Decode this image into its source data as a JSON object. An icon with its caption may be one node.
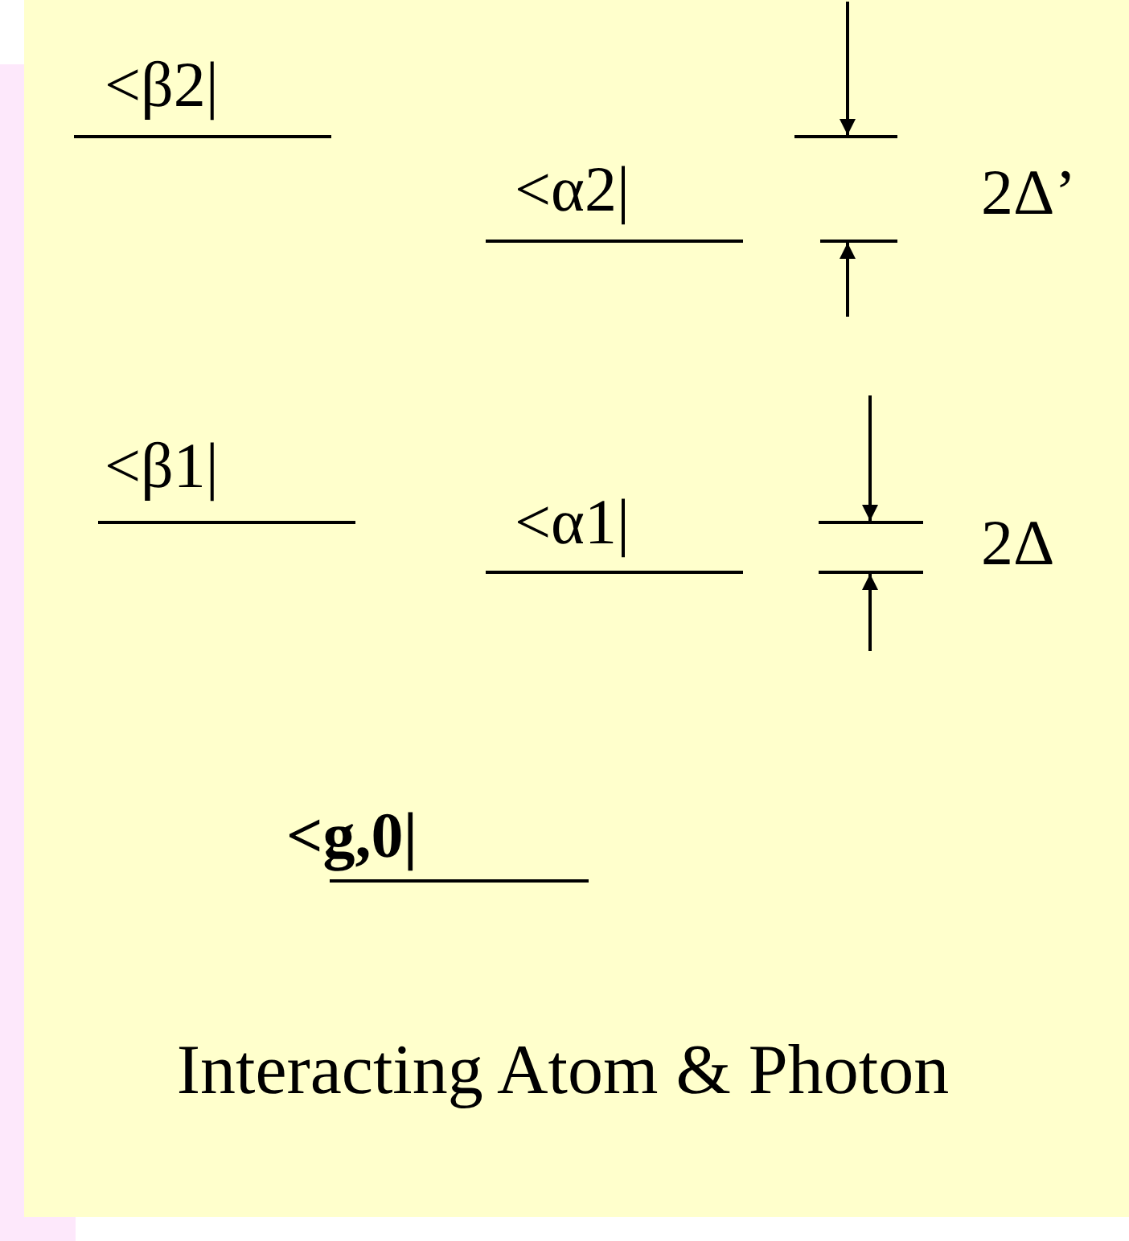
{
  "diagram": {
    "caption": "Interacting Atom & Photon",
    "labels": [
      "<β2|",
      "<α2|",
      "2Δ’",
      "<β1|",
      "<α1|",
      "2Δ",
      "<g,0|"
    ]
  }
}
